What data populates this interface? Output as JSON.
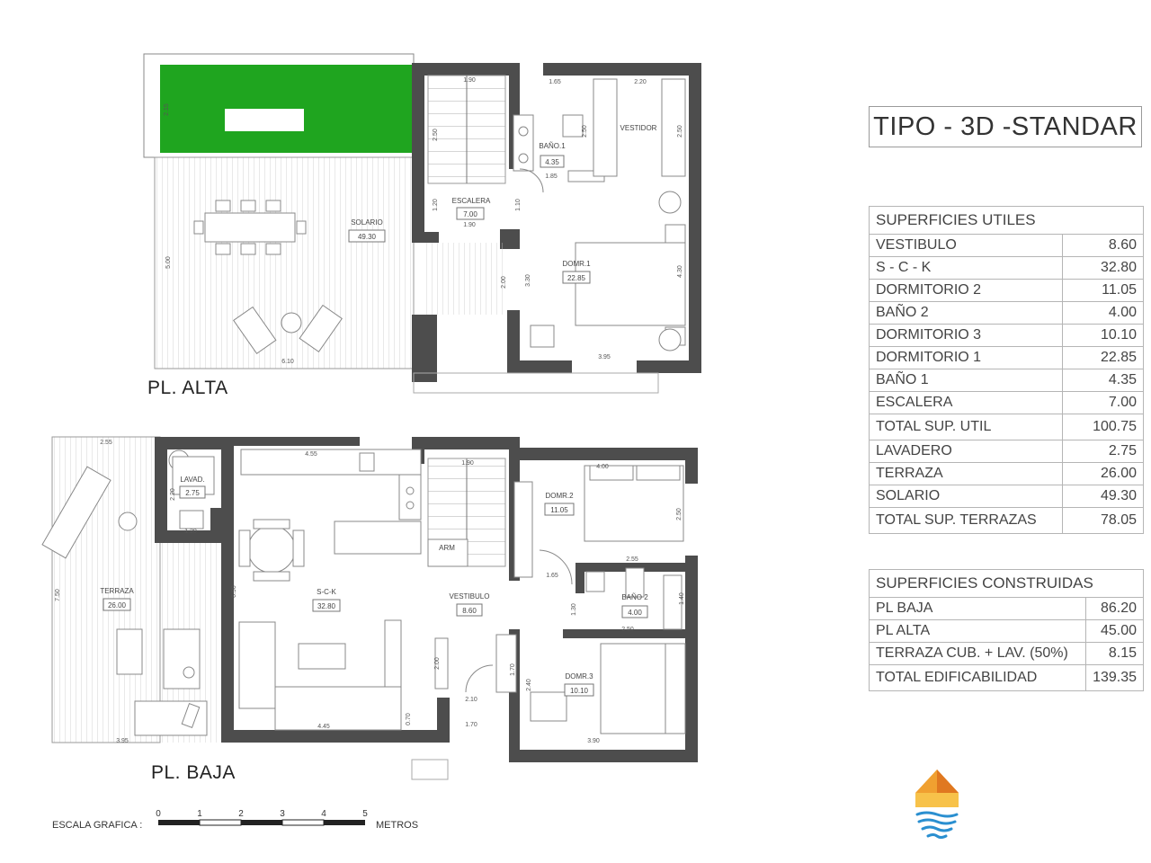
{
  "title": "TIPO - 3D -STANDAR",
  "plans": {
    "upper_label": "PL. ALTA",
    "lower_label": "PL. BAJA"
  },
  "upper_rooms": {
    "solario": {
      "name": "SOLARIO",
      "area": "49.30"
    },
    "escalera": {
      "name": "ESCALERA",
      "area": "7.00"
    },
    "bano1": {
      "name": "BAÑO.1",
      "area": "4.35"
    },
    "vestidor": {
      "name": "VESTIDOR"
    },
    "domr1": {
      "name": "DOMR.1",
      "area": "22.85"
    }
  },
  "upper_dims": [
    "1.90",
    "1.65",
    "2.20",
    "2.50",
    "2.50",
    "2.15",
    "1.85",
    "1.20",
    "1.90",
    "1.10",
    "5.00",
    "2.00",
    "3.30",
    "4.30",
    "6.10",
    "3.95",
    "2.50"
  ],
  "lower_rooms": {
    "lavad": {
      "name": "LAVAD.",
      "area": "2.75"
    },
    "sck": {
      "name": "S-C-K",
      "area": "32.80"
    },
    "terraza": {
      "name": "TERRAZA",
      "area": "26.00"
    },
    "arm": {
      "name": "ARM"
    },
    "vestibulo": {
      "name": "VESTIBULO",
      "area": "8.60"
    },
    "domr2": {
      "name": "DOMR.2",
      "area": "11.05"
    },
    "bano2": {
      "name": "BAÑO 2",
      "area": "4.00"
    },
    "domr3": {
      "name": "DOMR.3",
      "area": "10.10"
    }
  },
  "lower_dims": [
    "2.55",
    "4.55",
    "1.90",
    "4.00",
    "2.20",
    "1.20",
    "7.50",
    "6.90",
    "2.50",
    "2.55",
    "1.65",
    "1.30",
    "1.40",
    "2.50",
    "2.00",
    "1.70",
    "2.40",
    "2.10",
    "1.70",
    "0.70",
    "4.45",
    "3.95",
    "3.90"
  ],
  "scale": {
    "label": "ESCALA GRAFICA :",
    "ticks": [
      "0",
      "1",
      "2",
      "3",
      "4",
      "5"
    ],
    "unit": "METROS"
  },
  "superficies_utiles": {
    "header": "SUPERFICIES UTILES",
    "rows": [
      {
        "label": "VESTIBULO",
        "value": "8.60"
      },
      {
        "label": "S - C - K",
        "value": "32.80"
      },
      {
        "label": "DORMITORIO 2",
        "value": "11.05"
      },
      {
        "label": "BAÑO 2",
        "value": "4.00"
      },
      {
        "label": "DORMITORIO 3",
        "value": "10.10"
      },
      {
        "label": "DORMITORIO 1",
        "value": "22.85"
      },
      {
        "label": "BAÑO 1",
        "value": "4.35"
      },
      {
        "label": "ESCALERA",
        "value": "7.00"
      }
    ],
    "total_util": {
      "label": "TOTAL SUP. UTIL",
      "value": "100.75"
    },
    "terrace_rows": [
      {
        "label": "LAVADERO",
        "value": "2.75"
      },
      {
        "label": "TERRAZA",
        "value": "26.00"
      },
      {
        "label": "SOLARIO",
        "value": "49.30"
      }
    ],
    "total_terrazas": {
      "label": "TOTAL SUP. TERRAZAS",
      "value": "78.05"
    }
  },
  "superficies_construidas": {
    "header": "SUPERFICIES CONSTRUIDAS",
    "rows": [
      {
        "label": "PL BAJA",
        "value": "86.20"
      },
      {
        "label": "PL ALTA",
        "value": "45.00"
      },
      {
        "label": "TERRAZA CUB. + LAV. (50%)",
        "value": "8.15"
      }
    ],
    "total": {
      "label": "TOTAL EDIFICABILIDAD",
      "value": "139.35"
    }
  },
  "colors": {
    "wall": "#4d4d4d",
    "grass": "#1fa51f",
    "table_border": "#b5b5b5",
    "logo_orange": "#f0a030",
    "logo_blue": "#2a8fd0"
  }
}
